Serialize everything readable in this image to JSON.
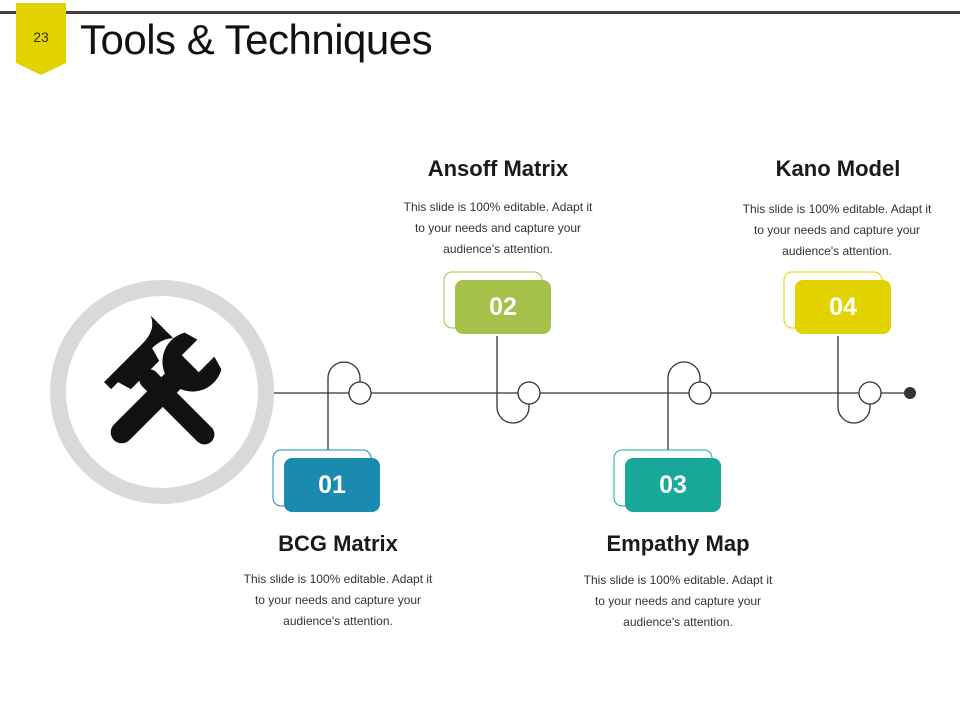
{
  "page": {
    "number": "23",
    "title": "Tools & Techniques"
  },
  "colors": {
    "badge": "#e2d300",
    "item1": "#1a8ab0",
    "item2": "#a6c14a",
    "item3": "#17a89a",
    "item4": "#e2d300",
    "ring": "#d9d9d9",
    "line": "#333333",
    "rule": "#4a3e38"
  },
  "center_icon": "tools-icon",
  "items": [
    {
      "number": "01",
      "title": "BCG Matrix",
      "description": "This slide is 100% editable. Adapt it to your needs and capture your audience's attention."
    },
    {
      "number": "02",
      "title": "Ansoff Matrix",
      "description": "This slide is 100% editable. Adapt it to your needs and capture your audience's attention."
    },
    {
      "number": "03",
      "title": "Empathy Map",
      "description": "This slide is 100% editable. Adapt it to your needs and capture your audience's attention."
    },
    {
      "number": "04",
      "title": "Kano Model",
      "description": "This slide is 100% editable. Adapt it to your needs and capture your audience's attention."
    }
  ]
}
